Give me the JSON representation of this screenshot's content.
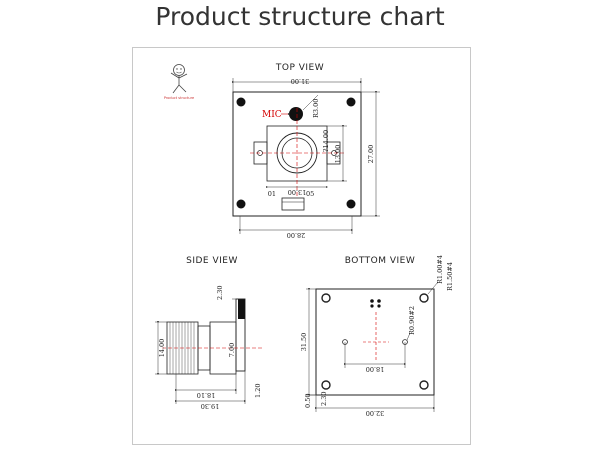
{
  "page": {
    "title": "Product structure chart"
  },
  "top_view": {
    "label": "TOP VIEW",
    "mic_label": "MIC",
    "dims": {
      "width_outer": "31.00",
      "height_outer": "27.00",
      "mic_dia": "?14.00",
      "mic_small": "R3.00",
      "lens_height": "13.00",
      "lens_width": "13.00",
      "pin_first": "01",
      "pin_last": "05",
      "bottom_width": "28.00"
    }
  },
  "side_view": {
    "label": "SIDE VIEW",
    "dims": {
      "board_thickness": "2.30",
      "lens_height": "14.00",
      "lens_len": "7.00",
      "length_a": "18.10",
      "length_b": "19.30",
      "pcb": "1.20"
    }
  },
  "bottom_view": {
    "label": "BOTTOM VIEW",
    "dims": {
      "hole_a": "R1.00#4",
      "hole_b": "R1.50#4",
      "small_hole": "R0.90#2",
      "height": "31.50",
      "hole_span": "18.00",
      "width": "32.00",
      "edge_a": "0.50",
      "edge_b": "2.30"
    }
  },
  "logo": {
    "caption": "Product structure"
  }
}
